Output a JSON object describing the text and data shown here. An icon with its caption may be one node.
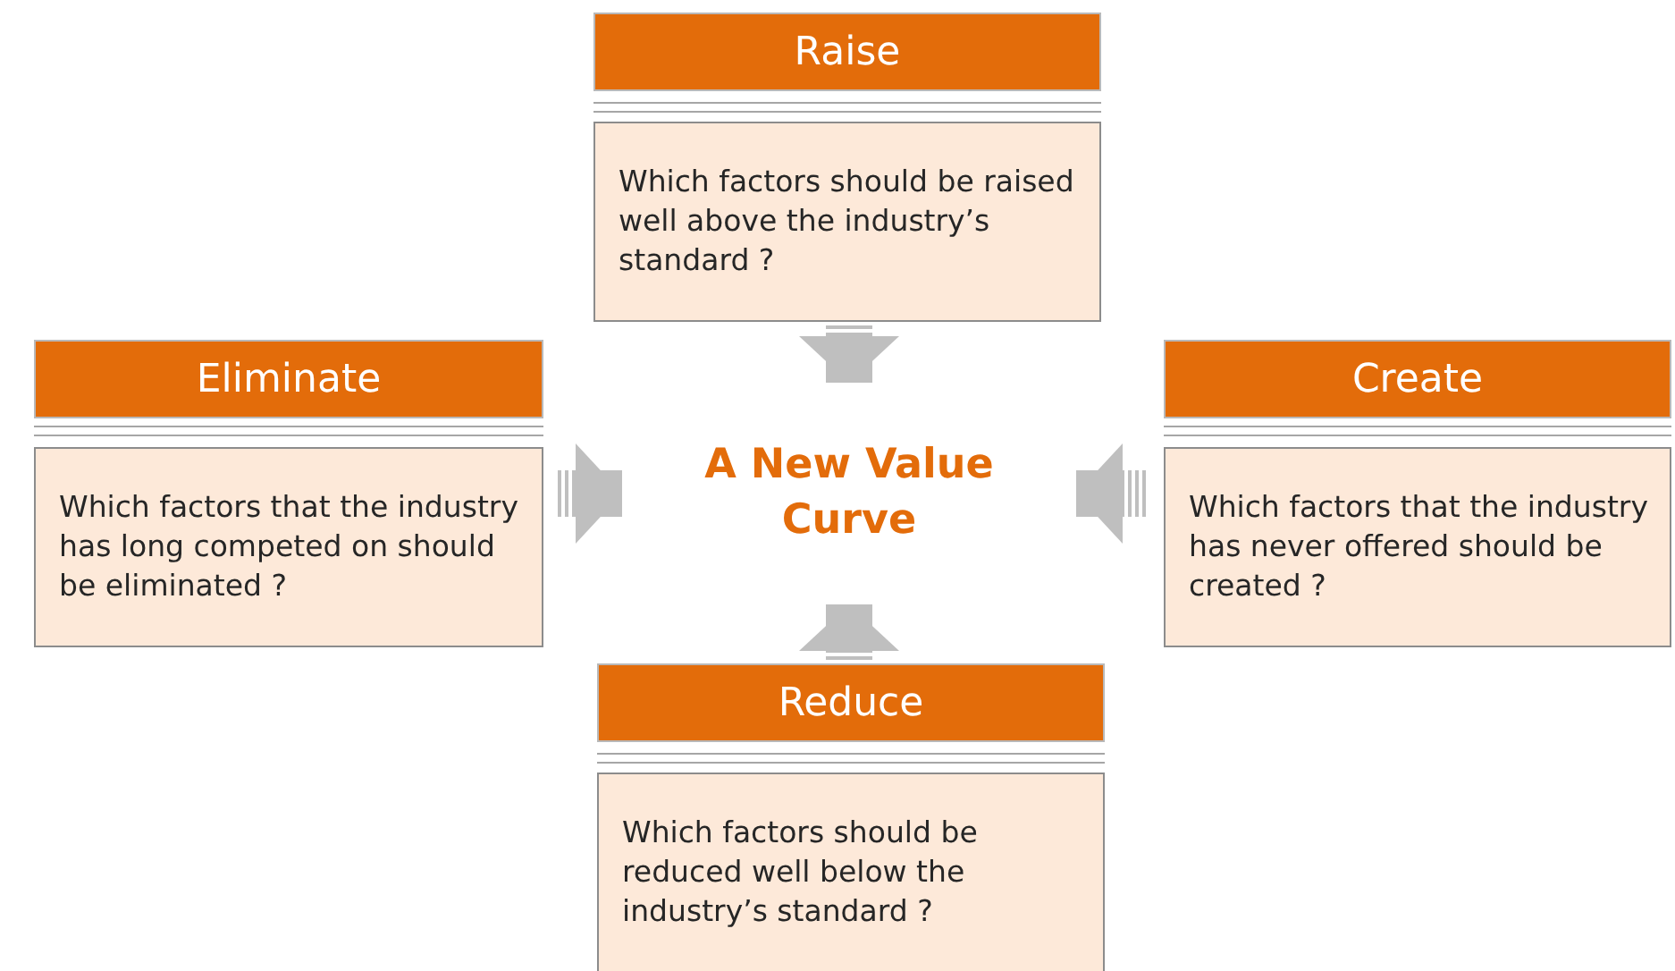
{
  "diagram": {
    "nodes": [
      {
        "text": [
          "Raise"
        ]
      },
      {
        "text": [
          "Which factors should be raised well above the industry’s standard ?"
        ]
      },
      {
        "text": [
          "Eliminate"
        ]
      },
      {
        "text": [
          "Which factors that the industry has long competed on should be eliminated ?"
        ]
      },
      {
        "text": [
          "A New Value Curve"
        ]
      },
      {
        "text": [
          "Create"
        ]
      },
      {
        "text": [
          "Which factors that the industry has never offered should be created ?"
        ]
      },
      {
        "text": [
          "Reduce"
        ]
      },
      {
        "text": [
          "Which factors should be reduced well below the industry’s standard ?"
        ]
      }
    ],
    "edges": [
      {
        "from": 1,
        "to": 4,
        "arrow": "to"
      },
      {
        "from": 3,
        "to": 4,
        "arrow": "to"
      },
      {
        "from": 6,
        "to": 4,
        "arrow": "to"
      },
      {
        "from": 7,
        "to": 4,
        "arrow": "to"
      }
    ]
  }
}
